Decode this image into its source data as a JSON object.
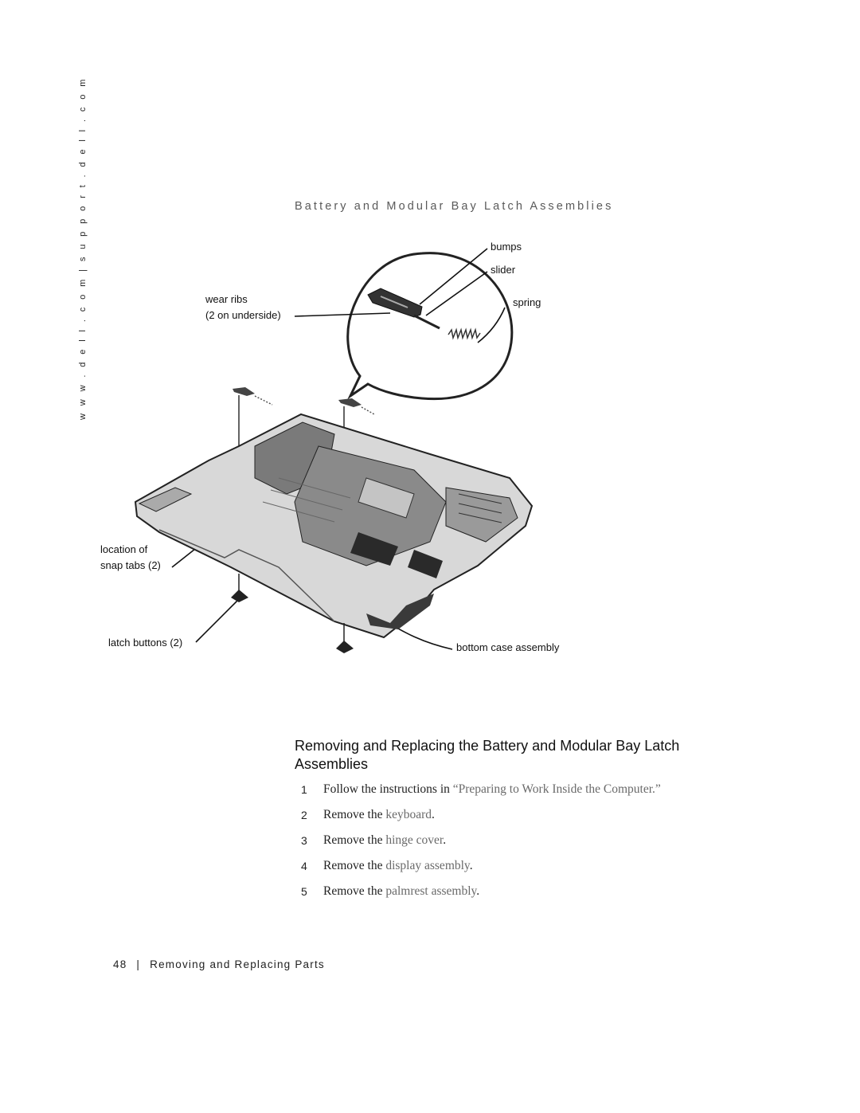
{
  "sidebar": {
    "url_text": "w w w . d e l l . c o m  |  s u p p o r t . d e l l . c o m"
  },
  "figure": {
    "title": "Battery and Modular Bay Latch Assemblies",
    "callouts": {
      "bumps": "bumps",
      "slider": "slider",
      "spring": "spring",
      "wear_ribs_line1": "wear ribs",
      "wear_ribs_line2": "(2 on underside)",
      "snap_tabs_line1": "location of",
      "snap_tabs_line2": "snap tabs (2)",
      "latch_buttons": "latch buttons (2)",
      "bottom_case": "bottom case assembly"
    }
  },
  "section": {
    "heading": "Removing and Replacing the Battery and Modular Bay Latch Assemblies",
    "steps": [
      {
        "num": "1",
        "prefix": "Follow the instructions in ",
        "link": "“Preparing to Work Inside the Computer.”",
        "suffix": ""
      },
      {
        "num": "2",
        "prefix": "Remove the ",
        "link": "keyboard",
        "suffix": "."
      },
      {
        "num": "3",
        "prefix": "Remove the ",
        "link": "hinge cover",
        "suffix": "."
      },
      {
        "num": "4",
        "prefix": "Remove the ",
        "link": "display assembly",
        "suffix": "."
      },
      {
        "num": "5",
        "prefix": "Remove the ",
        "link": "palmrest assembly",
        "suffix": "."
      }
    ]
  },
  "footer": {
    "page_number": "48",
    "separator": "|",
    "chapter": "Removing and Replacing Parts"
  }
}
